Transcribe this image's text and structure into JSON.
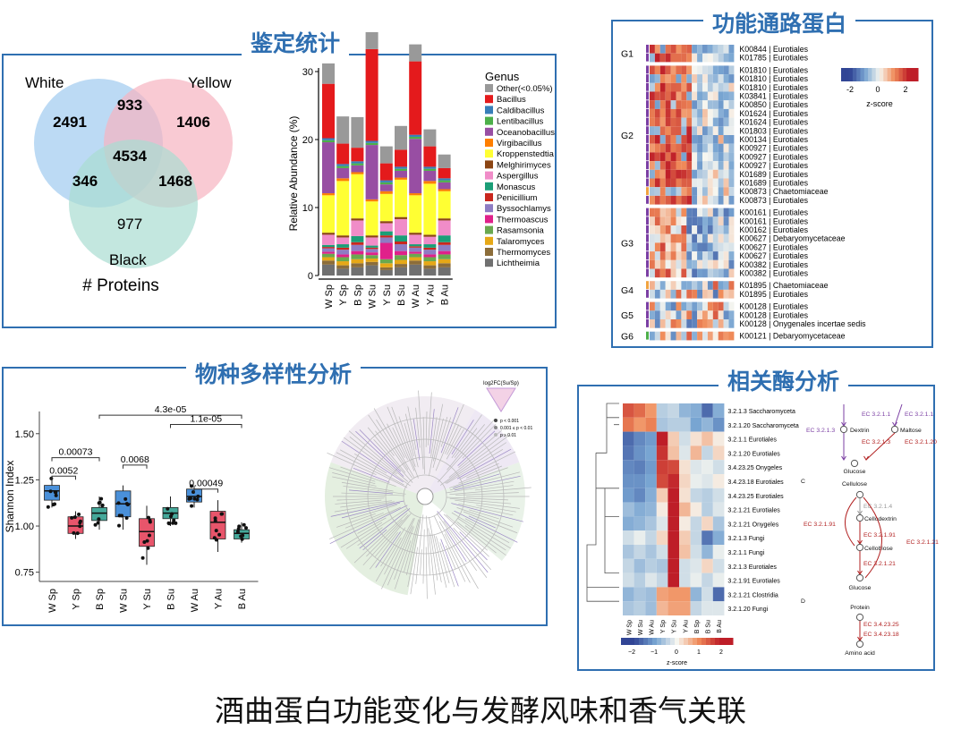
{
  "titles": {
    "identification": "鉴定统计",
    "pathway": "功能通路蛋白",
    "diversity": "物种多样性分析",
    "enzyme": "相关酶分析",
    "footer": "酒曲蛋白功能变化与发酵风味和香气关联"
  },
  "venn": {
    "sets": [
      "White",
      "Yellow",
      "Black"
    ],
    "colors": [
      "#9fcbf0",
      "#f7b3c0",
      "#a9ddd2"
    ],
    "regions": {
      "white_only": "2491",
      "yellow_only": "1406",
      "white_yellow": "933",
      "all": "4534",
      "white_black": "346",
      "yellow_black": "1468",
      "black_only": "977"
    },
    "caption": "# Proteins"
  },
  "chart_data": [
    {
      "type": "bar",
      "stacked": true,
      "categories": [
        "W Sp",
        "Y Sp",
        "B Sp",
        "W Su",
        "Y Su",
        "B Su",
        "W Au",
        "Y Au",
        "B Au"
      ],
      "ylabel": "Relative Abundance (%)",
      "ylim": [
        0,
        30
      ],
      "yticks": [
        0,
        10,
        20,
        30
      ],
      "legend_title": "Genus",
      "series": [
        {
          "name": "Lichtheimia",
          "color": "#707070",
          "values": [
            1.6,
            1.0,
            1.2,
            1.5,
            0.8,
            1.2,
            1.6,
            1.0,
            1.2
          ]
        },
        {
          "name": "Thermomyces",
          "color": "#8c6d3a",
          "values": [
            0.6,
            0.5,
            0.6,
            0.5,
            0.4,
            0.5,
            0.6,
            0.5,
            0.6
          ]
        },
        {
          "name": "Talaromyces",
          "color": "#e6a817",
          "values": [
            0.5,
            0.6,
            0.6,
            0.5,
            0.6,
            0.6,
            0.5,
            0.6,
            0.6
          ]
        },
        {
          "name": "Rasamsonia",
          "color": "#6aa84f",
          "values": [
            0.5,
            0.6,
            0.7,
            0.5,
            0.6,
            0.7,
            0.5,
            0.6,
            0.7
          ]
        },
        {
          "name": "Thermoascus",
          "color": "#e0218a",
          "values": [
            0.3,
            0.4,
            0.5,
            0.4,
            2.4,
            0.6,
            0.3,
            0.4,
            0.5
          ]
        },
        {
          "name": "Byssochlamys",
          "color": "#8e7cc3",
          "values": [
            0.5,
            0.7,
            0.9,
            0.5,
            0.8,
            1.0,
            0.6,
            0.7,
            0.9
          ]
        },
        {
          "name": "Penicillium",
          "color": "#c9271e",
          "values": [
            0.2,
            0.3,
            0.4,
            0.2,
            0.3,
            0.4,
            0.2,
            0.3,
            0.4
          ]
        },
        {
          "name": "Monascus",
          "color": "#1b9e77",
          "values": [
            0.3,
            0.5,
            0.9,
            0.3,
            0.6,
            0.9,
            0.3,
            0.5,
            1.0
          ]
        },
        {
          "name": "Aspergillus",
          "color": "#f08cc8",
          "values": [
            1.5,
            1.0,
            2.3,
            1.2,
            1.2,
            2.4,
            1.4,
            1.1,
            2.2
          ]
        },
        {
          "name": "Melghirimyces",
          "color": "#8b4513",
          "values": [
            0.3,
            0.3,
            0.3,
            0.3,
            0.3,
            0.3,
            0.3,
            0.3,
            0.3
          ]
        },
        {
          "name": "Kroppenstedtia",
          "color": "#ffff33",
          "values": [
            5.5,
            8.0,
            6.5,
            5.0,
            4.0,
            5.5,
            5.5,
            7.5,
            4.0
          ]
        },
        {
          "name": "Virgibacillus",
          "color": "#ff7f00",
          "values": [
            0.3,
            0.4,
            0.3,
            0.3,
            0.4,
            0.3,
            0.3,
            0.4,
            0.3
          ]
        },
        {
          "name": "Oceanobacillus",
          "color": "#984ea3",
          "values": [
            7.5,
            1.5,
            1.0,
            8.0,
            1.0,
            1.0,
            8.0,
            1.5,
            1.0
          ]
        },
        {
          "name": "Lentibacillus",
          "color": "#4daf4a",
          "values": [
            0.3,
            0.3,
            0.3,
            0.3,
            0.3,
            0.3,
            0.3,
            0.3,
            0.3
          ]
        },
        {
          "name": "Caldibacillus",
          "color": "#377eb8",
          "values": [
            0.3,
            0.3,
            0.3,
            0.3,
            0.3,
            0.3,
            0.3,
            0.3,
            0.3
          ]
        },
        {
          "name": "Bacillus",
          "color": "#e41a1c",
          "values": [
            8.0,
            3.0,
            2.0,
            13.5,
            2.5,
            2.5,
            10.8,
            3.0,
            1.5
          ]
        },
        {
          "name": "Other(<0.05%)",
          "color": "#999999",
          "values": [
            3.0,
            4.0,
            4.5,
            2.5,
            2.5,
            3.5,
            2.5,
            2.5,
            2.0
          ]
        }
      ]
    },
    {
      "type": "box",
      "categories": [
        "W Sp",
        "Y Sp",
        "B Sp",
        "W Su",
        "Y Su",
        "B Su",
        "W Au",
        "Y Au",
        "B Au"
      ],
      "colors": [
        "#4a90d9",
        "#e8556b",
        "#45a89a",
        "#4a90d9",
        "#e8556b",
        "#45a89a",
        "#4a90d9",
        "#e8556b",
        "#45a89a"
      ],
      "ylabel": "Shannon Index",
      "ylim": [
        0.7,
        1.62
      ],
      "yticks": [
        "0.75",
        "1.00",
        "1.25",
        "1.50"
      ],
      "boxes": [
        {
          "q1": 1.14,
          "median": 1.19,
          "q3": 1.22,
          "min": 1.1,
          "max": 1.26
        },
        {
          "q1": 0.96,
          "median": 1.0,
          "q3": 1.05,
          "min": 0.93,
          "max": 1.08
        },
        {
          "q1": 1.03,
          "median": 1.07,
          "q3": 1.1,
          "min": 0.98,
          "max": 1.16
        },
        {
          "q1": 1.05,
          "median": 1.12,
          "q3": 1.19,
          "min": 0.98,
          "max": 1.22
        },
        {
          "q1": 0.89,
          "median": 0.97,
          "q3": 1.04,
          "min": 0.79,
          "max": 1.11
        },
        {
          "q1": 1.04,
          "median": 1.07,
          "q3": 1.1,
          "min": 1.0,
          "max": 1.16
        },
        {
          "q1": 1.13,
          "median": 1.16,
          "q3": 1.2,
          "min": 1.1,
          "max": 1.22
        },
        {
          "q1": 0.93,
          "median": 1.02,
          "q3": 1.08,
          "min": 0.86,
          "max": 1.14
        },
        {
          "q1": 0.93,
          "median": 0.96,
          "q3": 0.98,
          "min": 0.91,
          "max": 1.02
        }
      ],
      "annotations": [
        {
          "label": "0.00073",
          "from": 0,
          "to": 2,
          "y": 1.37
        },
        {
          "label": "0.0052",
          "from": 0,
          "to": 1,
          "y": 1.27
        },
        {
          "label": "0.0068",
          "from": 3,
          "to": 4,
          "y": 1.33
        },
        {
          "label": "0.00049",
          "from": 6,
          "to": 7,
          "y": 1.2
        },
        {
          "label": "4.3e-05",
          "from": 2,
          "to": 8,
          "y": 1.6
        },
        {
          "label": "1.1e-05",
          "from": 5,
          "to": 8,
          "y": 1.55
        }
      ]
    }
  ],
  "pathway_heatmap": {
    "groups": [
      "G1",
      "G2",
      "G3",
      "G4",
      "G5",
      "G6"
    ],
    "rows": [
      {
        "id": "K00844",
        "taxon": "Eurotiales",
        "group": 0
      },
      {
        "id": "K01785",
        "taxon": "Eurotiales",
        "group": 0
      },
      {
        "id": "K01810",
        "taxon": "Eurotiales",
        "group": 1
      },
      {
        "id": "K01810",
        "taxon": "Eurotiales",
        "group": 1
      },
      {
        "id": "K01810",
        "taxon": "Eurotiales",
        "group": 1
      },
      {
        "id": "K03841",
        "taxon": "Eurotiales",
        "group": 1
      },
      {
        "id": "K00850",
        "taxon": "Eurotiales",
        "group": 1
      },
      {
        "id": "K01624",
        "taxon": "Eurotiales",
        "group": 1
      },
      {
        "id": "K01624",
        "taxon": "Eurotiales",
        "group": 1
      },
      {
        "id": "K01803",
        "taxon": "Eurotiales",
        "group": 1
      },
      {
        "id": "K00134",
        "taxon": "Eurotiales",
        "group": 1
      },
      {
        "id": "K00927",
        "taxon": "Eurotiales",
        "group": 1
      },
      {
        "id": "K00927",
        "taxon": "Eurotiales",
        "group": 1
      },
      {
        "id": "K00927",
        "taxon": "Eurotiales",
        "group": 1
      },
      {
        "id": "K01689",
        "taxon": "Eurotiales",
        "group": 1
      },
      {
        "id": "K01689",
        "taxon": "Eurotiales",
        "group": 1
      },
      {
        "id": "K00873",
        "taxon": "Chaetomiaceae",
        "group": 1
      },
      {
        "id": "K00873",
        "taxon": "Eurotiales",
        "group": 1
      },
      {
        "id": "K00161",
        "taxon": "Eurotiales",
        "group": 2
      },
      {
        "id": "K00161",
        "taxon": "Eurotiales",
        "group": 2
      },
      {
        "id": "K00162",
        "taxon": "Eurotiales",
        "group": 2
      },
      {
        "id": "K00627",
        "taxon": "Debaryomycetaceae",
        "group": 2
      },
      {
        "id": "K00627",
        "taxon": "Eurotiales",
        "group": 2
      },
      {
        "id": "K00627",
        "taxon": "Eurotiales",
        "group": 2
      },
      {
        "id": "K00382",
        "taxon": "Eurotiales",
        "group": 2
      },
      {
        "id": "K00382",
        "taxon": "Eurotiales",
        "group": 2
      },
      {
        "id": "K01895",
        "taxon": "Chaetomiaceae",
        "group": 3
      },
      {
        "id": "K01895",
        "taxon": "Eurotiales",
        "group": 3
      },
      {
        "id": "K00128",
        "taxon": "Eurotiales",
        "group": 4
      },
      {
        "id": "K00128",
        "taxon": "Eurotiales",
        "group": 4
      },
      {
        "id": "K00128",
        "taxon": "Onygenales incertae sedis",
        "group": 4
      },
      {
        "id": "K00121",
        "taxon": "Debaryomycetaceae",
        "group": 5
      }
    ],
    "legend_ticks": [
      "-2",
      "0",
      "2"
    ],
    "legend_label": "z-score"
  },
  "tree_labels": {
    "legend_title": "log2FC(Su/Sp)",
    "legend_items": [
      "p < 0.001",
      "0.001 ≤ p < 0.01",
      "p ≥ 0.01"
    ]
  },
  "enzyme_heatmap": {
    "rows": [
      "3.2.1.3 Saccharomyceta",
      "3.2.1.20 Saccharomyceta",
      "3.2.1.1 Eurotiales",
      "3.2.1.20 Eurotiales",
      "3.4.23.25 Onygeles",
      "3.4.23.18 Eurotiales",
      "3.4.23.25 Eurotiales",
      "3.2.1.21 Eurotiales",
      "3.2.1.21 Onygeles",
      "3.2.1.3 Fungi",
      "3.2.1.1 Fungi",
      "3.2.1.3 Eurotiales",
      "3.2.1.91 Eurotiales",
      "3.2.1.21 Clostridia",
      "3.2.1.20 Fungi"
    ],
    "columns": [
      "W Sp",
      "W Su",
      "W Au",
      "Y Sp",
      "Y Su",
      "Y Au",
      "B Sp",
      "B Su",
      "B Au"
    ],
    "legend_ticks": [
      "−2",
      "−1",
      "0",
      "1",
      "2"
    ],
    "legend_label": "z-score"
  },
  "pathways": {
    "starch": {
      "nodes": [
        "Dextrin",
        "Maltose",
        "Glucose"
      ],
      "ecs": [
        "EC 3.2.1.1",
        "EC 3.2.1.1",
        "EC 3.2.1.3",
        "EC 3.2.1.3",
        "EC 3.2.1.20"
      ]
    },
    "cellulose": {
      "letter": "C",
      "nodes": [
        "Cellulose",
        "Cellodextrin",
        "Cellobiose",
        "Glucose"
      ],
      "ecs": [
        "EC 3.2.1.4",
        "EC 3.2.1.91",
        "EC 3.2.1.91",
        "EC 3.2.1.21",
        "EC 3.2.1.21"
      ]
    },
    "protein": {
      "letter": "D",
      "nodes": [
        "Protein",
        "Amino acid"
      ],
      "ecs": [
        "EC 3.4.23.25",
        "EC 3.4.23.18"
      ]
    }
  }
}
